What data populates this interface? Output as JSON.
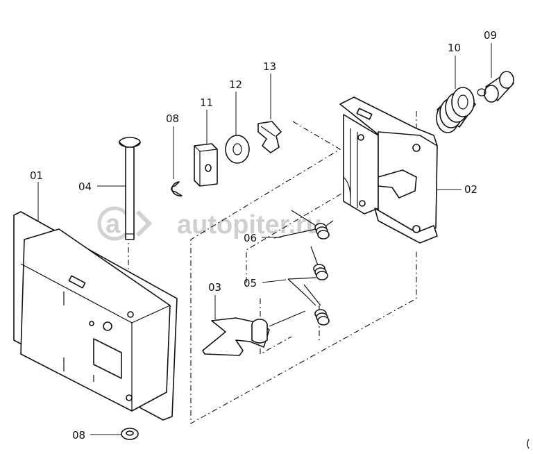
{
  "diagram": {
    "part_labels": [
      {
        "id": "p01",
        "text": "01"
      },
      {
        "id": "p02",
        "text": "02"
      },
      {
        "id": "p03",
        "text": "03"
      },
      {
        "id": "p04",
        "text": "04"
      },
      {
        "id": "p05",
        "text": "05"
      },
      {
        "id": "p06",
        "text": "06"
      },
      {
        "id": "p08a",
        "text": "08"
      },
      {
        "id": "p08b",
        "text": "08"
      },
      {
        "id": "p09",
        "text": "09"
      },
      {
        "id": "p10",
        "text": "10"
      },
      {
        "id": "p11",
        "text": "11"
      },
      {
        "id": "p12",
        "text": "12"
      },
      {
        "id": "p13",
        "text": "13"
      }
    ],
    "watermark": "autopiter.ru",
    "corner_mark": "("
  }
}
